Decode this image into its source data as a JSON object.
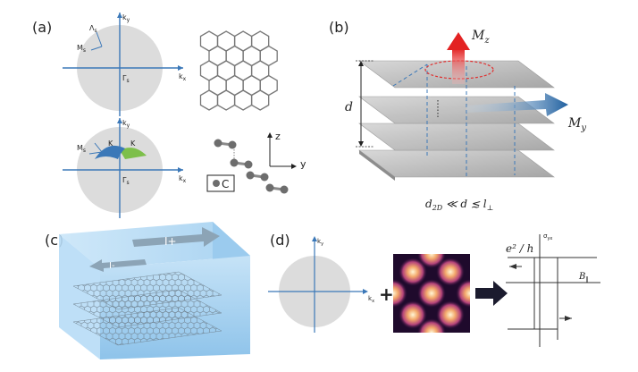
{
  "panels": {
    "a": {
      "label": "(a)",
      "top_plot": {
        "ky": "k",
        "ky_sub": "y",
        "kx": "k",
        "kx_sub": "x",
        "lambda": "Λ",
        "lambda_sub": "s",
        "m": "M",
        "m_sub": "s",
        "gamma": "Γ",
        "gamma_sub": "s"
      },
      "bottom_plot": {
        "ky": "k",
        "ky_sub": "y",
        "kx": "k",
        "kx_sub": "x",
        "m": "M",
        "m_sub": "s",
        "k_left": "K",
        "k_right": "K",
        "gamma": "Γ",
        "gamma_sub": "s"
      },
      "axes": {
        "z": "z",
        "y": "y"
      },
      "legend_label": "C"
    },
    "b": {
      "label": "(b)",
      "mz": "M",
      "mz_sub": "z",
      "my": "M",
      "my_sub": "y",
      "d": "d",
      "condition": "d",
      "condition_sub1": "2D",
      "condition_mid": " ≪ d ≲ l",
      "condition_sub2": "⊥"
    },
    "c": {
      "label": "(c)",
      "current_plus": "I+",
      "current_minus": "I-"
    },
    "d": {
      "label": "(d)",
      "ky": "k",
      "ky_sub": "y",
      "kx": "k",
      "kx_sub": "x",
      "ylabel": "σ",
      "ylabel_sub": "yx",
      "quantum": "e² / h",
      "xlabel": "B",
      "xlabel_sub": "∥"
    }
  },
  "colors": {
    "blue_shape": "#3b78b8",
    "green": "#7dbf4a",
    "red": "#e03030",
    "layer": "#c8c8c8",
    "block": "#a9d2f0"
  }
}
